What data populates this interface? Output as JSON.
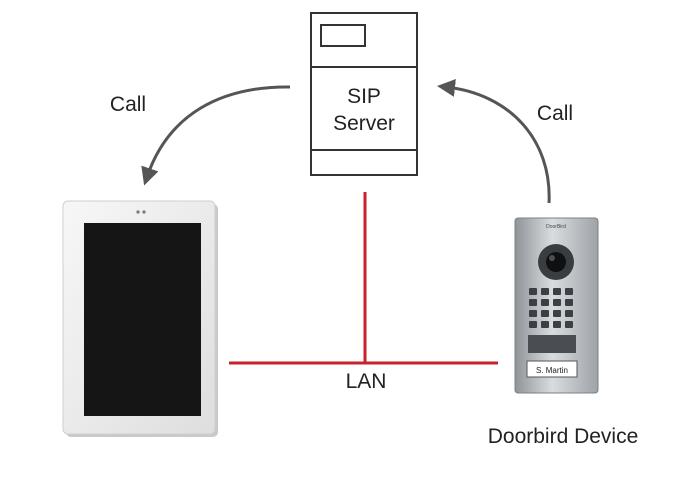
{
  "server": {
    "line1": "SIP",
    "line2": "Server"
  },
  "calls": {
    "left": "Call",
    "right": "Call"
  },
  "network": {
    "label": "LAN"
  },
  "doorbird": {
    "caption": "Doorbird Device",
    "nameplate": "S. Martin",
    "brand": "DoorBird"
  },
  "colors": {
    "lan": "#c8232c",
    "arrow": "#555555",
    "outline": "#333333"
  }
}
